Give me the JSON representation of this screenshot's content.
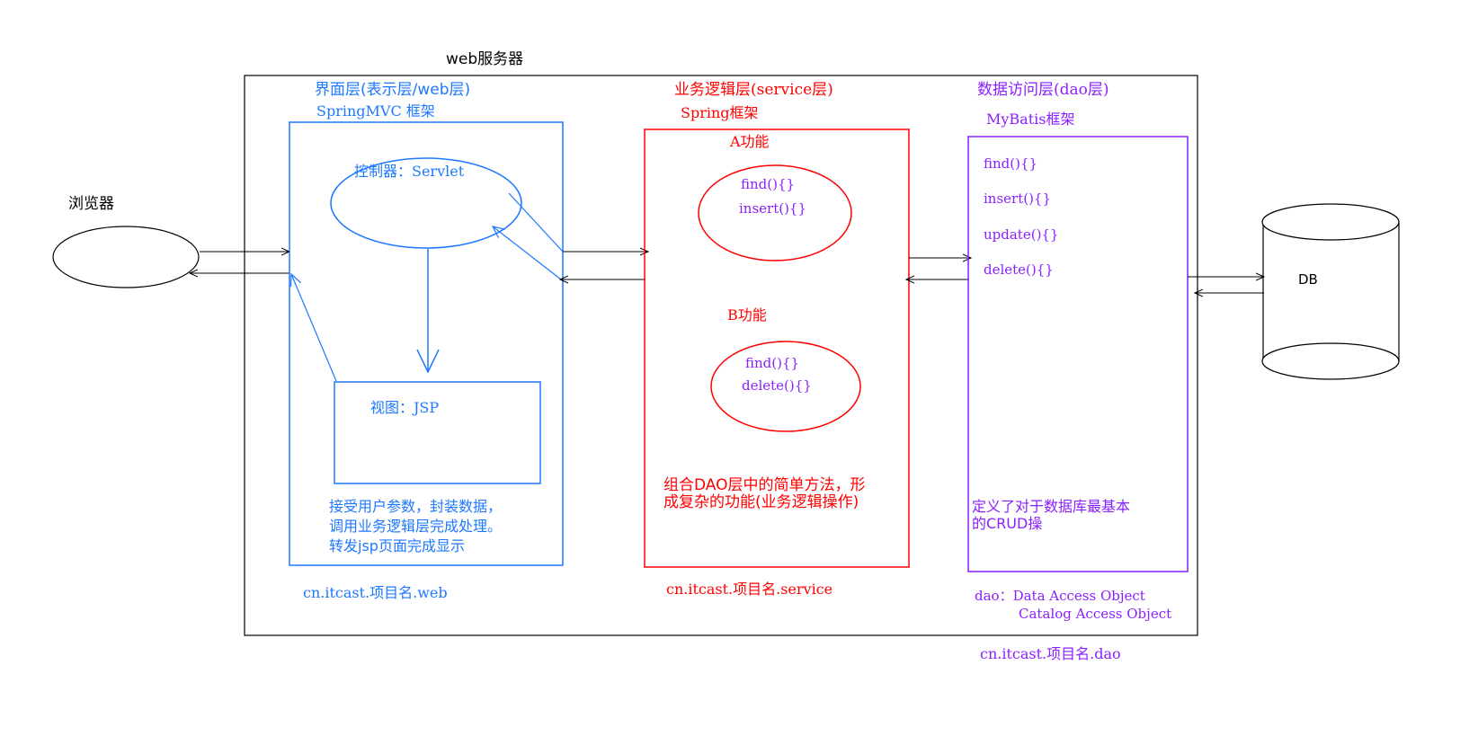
{
  "colors": {
    "black": "#000000",
    "blue": "#1e78ff",
    "red": "#ff0000",
    "purple": "#8a1fff"
  },
  "server": {
    "title": "web服务器"
  },
  "browser": {
    "label": "浏览器"
  },
  "web_layer": {
    "title": "界面层(表示层/web层)",
    "framework": "SpringMVC 框架",
    "controller": "控制器：Servlet",
    "view": "视图：JSP",
    "description": [
      "接受用户参数，封装数据，",
      "调用业务逻辑层完成处理。",
      "转发jsp页面完成显示"
    ],
    "package": "cn.itcast.项目名.web"
  },
  "service_layer": {
    "title": "业务逻辑层(service层)",
    "framework": "Spring框架",
    "feature_a": {
      "label": "A功能",
      "methods": [
        "find(){}",
        "insert(){}"
      ]
    },
    "feature_b": {
      "label": "B功能",
      "methods": [
        "find(){}",
        "delete(){}"
      ]
    },
    "description": [
      "组合DAO层中的简单方法，形",
      "成复杂的功能(业务逻辑操作)"
    ],
    "package": "cn.itcast.项目名.service"
  },
  "dao_layer": {
    "title": "数据访问层(dao层)",
    "framework": "MyBatis框架",
    "methods": [
      "find(){}",
      "insert(){}",
      "update(){}",
      "delete(){}"
    ],
    "description": [
      "定义了对于数据库最基本",
      "的CRUD操"
    ],
    "acronym": [
      "dao：Data Access Object",
      "Catalog Access Object"
    ],
    "package": "cn.itcast.项目名.dao"
  },
  "database": {
    "label": "DB"
  }
}
